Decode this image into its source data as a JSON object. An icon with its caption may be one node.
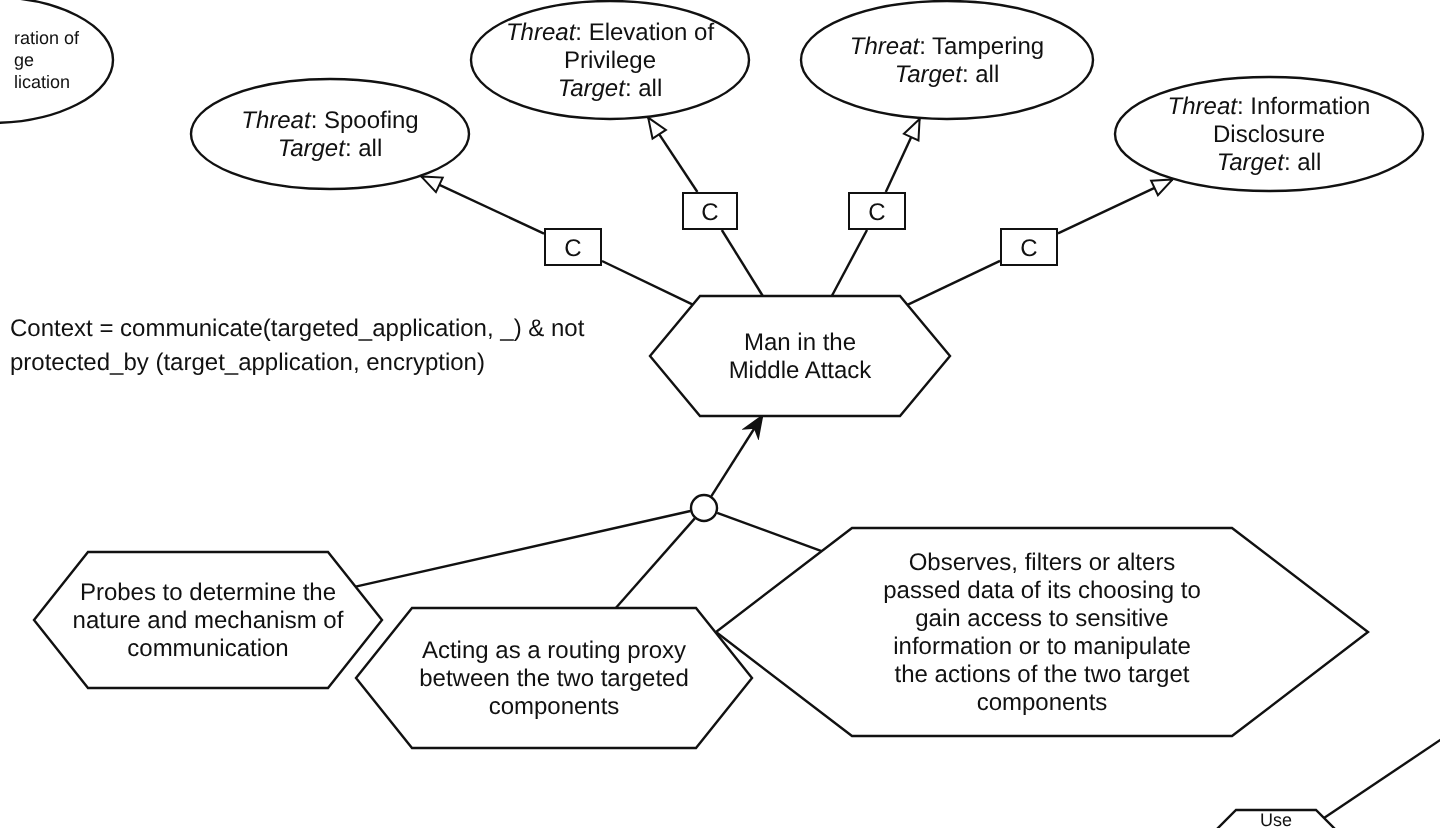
{
  "diagram": {
    "nodes": [
      {
        "text": [
          "ration of ge",
          "lication"
        ]
      },
      {
        "text": [
          "*Threat*: Elevation of Privilege",
          "*Target*: all"
        ]
      },
      {
        "text": [
          "*Threat*: Tampering",
          "*Target*: all"
        ]
      },
      {
        "text": [
          "*Threat*: Spoofing",
          "*Target*: all"
        ]
      },
      {
        "text": [
          "*Threat*: Information Disclosure",
          "*Target*: all"
        ]
      },
      {
        "text": [
          "C"
        ]
      },
      {
        "text": [
          "C"
        ]
      },
      {
        "text": [
          "C"
        ]
      },
      {
        "text": [
          "C"
        ]
      },
      {
        "text": [
          "Man in the Middle Attack"
        ]
      },
      {
        "text": [],
        "shape": "circle"
      },
      {
        "text": [
          "Observes, filters or alters passed data of its choosing to gain access to sensitive information or to manipulate the actions of the two target components"
        ]
      },
      {
        "text": [
          "Probes to determine the nature and mechanism of communication"
        ]
      },
      {
        "text": [
          "Acting as a routing proxy between the two targeted components"
        ]
      },
      {
        "text": [
          "Use"
        ]
      }
    ],
    "edges": [
      {
        "from": 9,
        "to": 7,
        "arrow": "none"
      },
      {
        "from": 7,
        "to": 3,
        "arrow": "to"
      },
      {
        "from": 9,
        "to": 5,
        "arrow": "none"
      },
      {
        "from": 5,
        "to": 1,
        "arrow": "to"
      },
      {
        "from": 9,
        "to": 6,
        "arrow": "none"
      },
      {
        "from": 6,
        "to": 2,
        "arrow": "to"
      },
      {
        "from": 9,
        "to": 8,
        "arrow": "none"
      },
      {
        "from": 8,
        "to": 4,
        "arrow": "to"
      },
      {
        "from": 10,
        "to": 9,
        "arrow": "to"
      },
      {
        "from": 12,
        "to": 10,
        "arrow": "none"
      },
      {
        "from": 13,
        "to": 10,
        "arrow": "none"
      },
      {
        "from": 11,
        "to": 10,
        "arrow": "none"
      },
      {
        "from": 14,
        "to": null,
        "arrow": "none"
      }
    ],
    "labels": [
      "Context = communicate(targeted_application, _) & not protected_by (target_application, encryption)"
    ]
  }
}
